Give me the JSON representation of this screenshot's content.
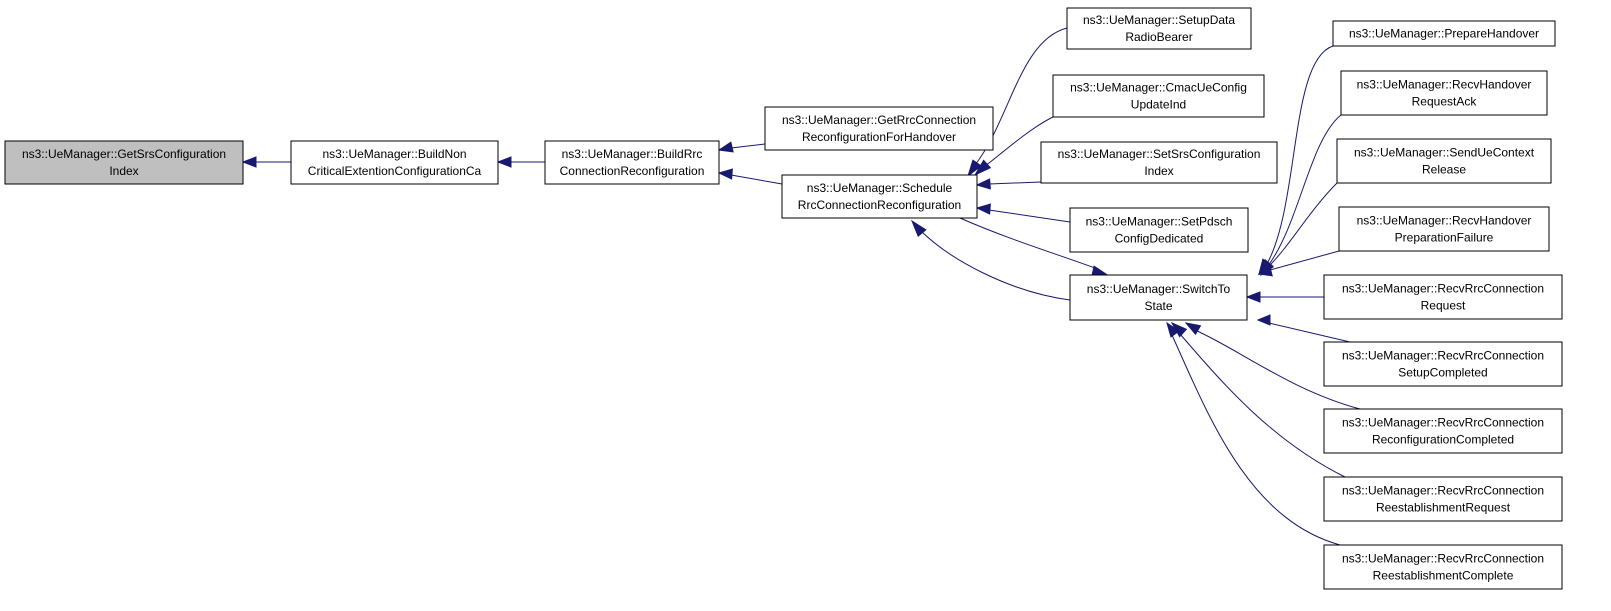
{
  "diagram": {
    "colors": {
      "edge": "#191970",
      "focus_fill": "#bfbfbf",
      "node_fill": "#ffffff",
      "node_border": "#000000"
    },
    "nodes": [
      {
        "id": "getsrs",
        "lines": [
          "ns3::UeManager::GetSrsConfiguration",
          "Index"
        ],
        "focus": true
      },
      {
        "id": "buildnon",
        "lines": [
          "ns3::UeManager::BuildNon",
          "CriticalExtentionConfigurationCa"
        ]
      },
      {
        "id": "buildrrc",
        "lines": [
          "ns3::UeManager::BuildRrc",
          "ConnectionReconfiguration"
        ]
      },
      {
        "id": "getrrc",
        "lines": [
          "ns3::UeManager::GetRrcConnection",
          "ReconfigurationForHandover"
        ]
      },
      {
        "id": "schedule",
        "lines": [
          "ns3::UeManager::Schedule",
          "RrcConnectionReconfiguration"
        ]
      },
      {
        "id": "setupdata",
        "lines": [
          "ns3::UeManager::SetupData",
          "RadioBearer"
        ]
      },
      {
        "id": "cmac",
        "lines": [
          "ns3::UeManager::CmacUeConfig",
          "UpdateInd"
        ]
      },
      {
        "id": "setsrs",
        "lines": [
          "ns3::UeManager::SetSrsConfiguration",
          "Index"
        ]
      },
      {
        "id": "setpdsch",
        "lines": [
          "ns3::UeManager::SetPdsch",
          "ConfigDedicated"
        ]
      },
      {
        "id": "switchto",
        "lines": [
          "ns3::UeManager::SwitchTo",
          "State"
        ]
      },
      {
        "id": "prepare",
        "lines": [
          "ns3::UeManager::PrepareHandover"
        ]
      },
      {
        "id": "recvhoack",
        "lines": [
          "ns3::UeManager::RecvHandover",
          "RequestAck"
        ]
      },
      {
        "id": "sendue",
        "lines": [
          "ns3::UeManager::SendUeContext",
          "Release"
        ]
      },
      {
        "id": "recvhofail",
        "lines": [
          "ns3::UeManager::RecvHandover",
          "PreparationFailure"
        ]
      },
      {
        "id": "rrcreq",
        "lines": [
          "ns3::UeManager::RecvRrcConnection",
          "Request"
        ]
      },
      {
        "id": "rrcsetup",
        "lines": [
          "ns3::UeManager::RecvRrcConnection",
          "SetupCompleted"
        ]
      },
      {
        "id": "rrcreconf",
        "lines": [
          "ns3::UeManager::RecvRrcConnection",
          "ReconfigurationCompleted"
        ]
      },
      {
        "id": "rrcreest",
        "lines": [
          "ns3::UeManager::RecvRrcConnection",
          "ReestablishmentRequest"
        ]
      },
      {
        "id": "rrcreestc",
        "lines": [
          "ns3::UeManager::RecvRrcConnection",
          "ReestablishmentComplete"
        ]
      }
    ],
    "edges": [
      {
        "from": "buildnon",
        "to": "getsrs"
      },
      {
        "from": "buildrrc",
        "to": "buildnon"
      },
      {
        "from": "getrrc",
        "to": "buildrrc"
      },
      {
        "from": "schedule",
        "to": "buildrrc"
      },
      {
        "from": "setupdata",
        "to": "schedule"
      },
      {
        "from": "cmac",
        "to": "schedule"
      },
      {
        "from": "setsrs",
        "to": "schedule"
      },
      {
        "from": "setpdsch",
        "to": "schedule"
      },
      {
        "from": "switchto",
        "to": "schedule"
      },
      {
        "from": "schedule",
        "to": "switchto"
      },
      {
        "from": "prepare",
        "to": "switchto"
      },
      {
        "from": "recvhoack",
        "to": "switchto"
      },
      {
        "from": "sendue",
        "to": "switchto"
      },
      {
        "from": "recvhofail",
        "to": "switchto"
      },
      {
        "from": "rrcreq",
        "to": "switchto"
      },
      {
        "from": "rrcsetup",
        "to": "switchto"
      },
      {
        "from": "rrcreconf",
        "to": "switchto"
      },
      {
        "from": "rrcreest",
        "to": "switchto"
      },
      {
        "from": "rrcreestc",
        "to": "switchto"
      }
    ]
  }
}
